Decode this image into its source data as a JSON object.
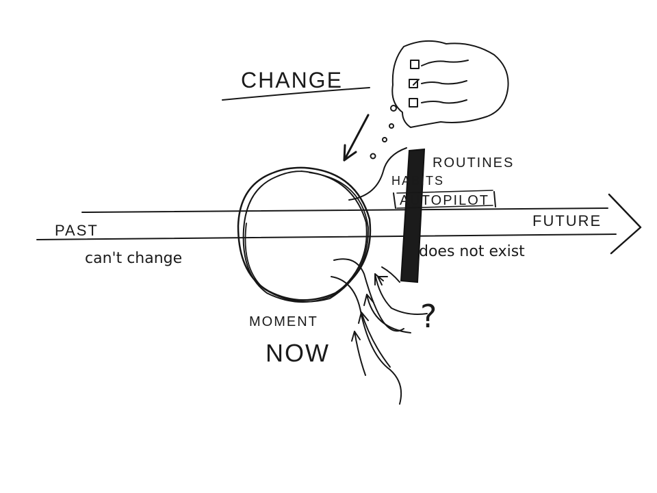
{
  "diagram": {
    "heading": "CHANGE",
    "axis": {
      "left_label": "PAST",
      "right_label": "FUTURE"
    },
    "annotations": {
      "past_note": "can't change",
      "future_note": "does not exist",
      "routines": "ROUTINES",
      "habits": "HABITS",
      "autopilot": "AUTOPILOT",
      "moment": "MOMENT",
      "now": "NOW",
      "question": "?"
    },
    "icons": [
      "change-arrow-icon",
      "checklist-cloud-icon",
      "thought-bubble-icon",
      "barrier-wall-icon",
      "incoming-arrows-icon"
    ]
  }
}
